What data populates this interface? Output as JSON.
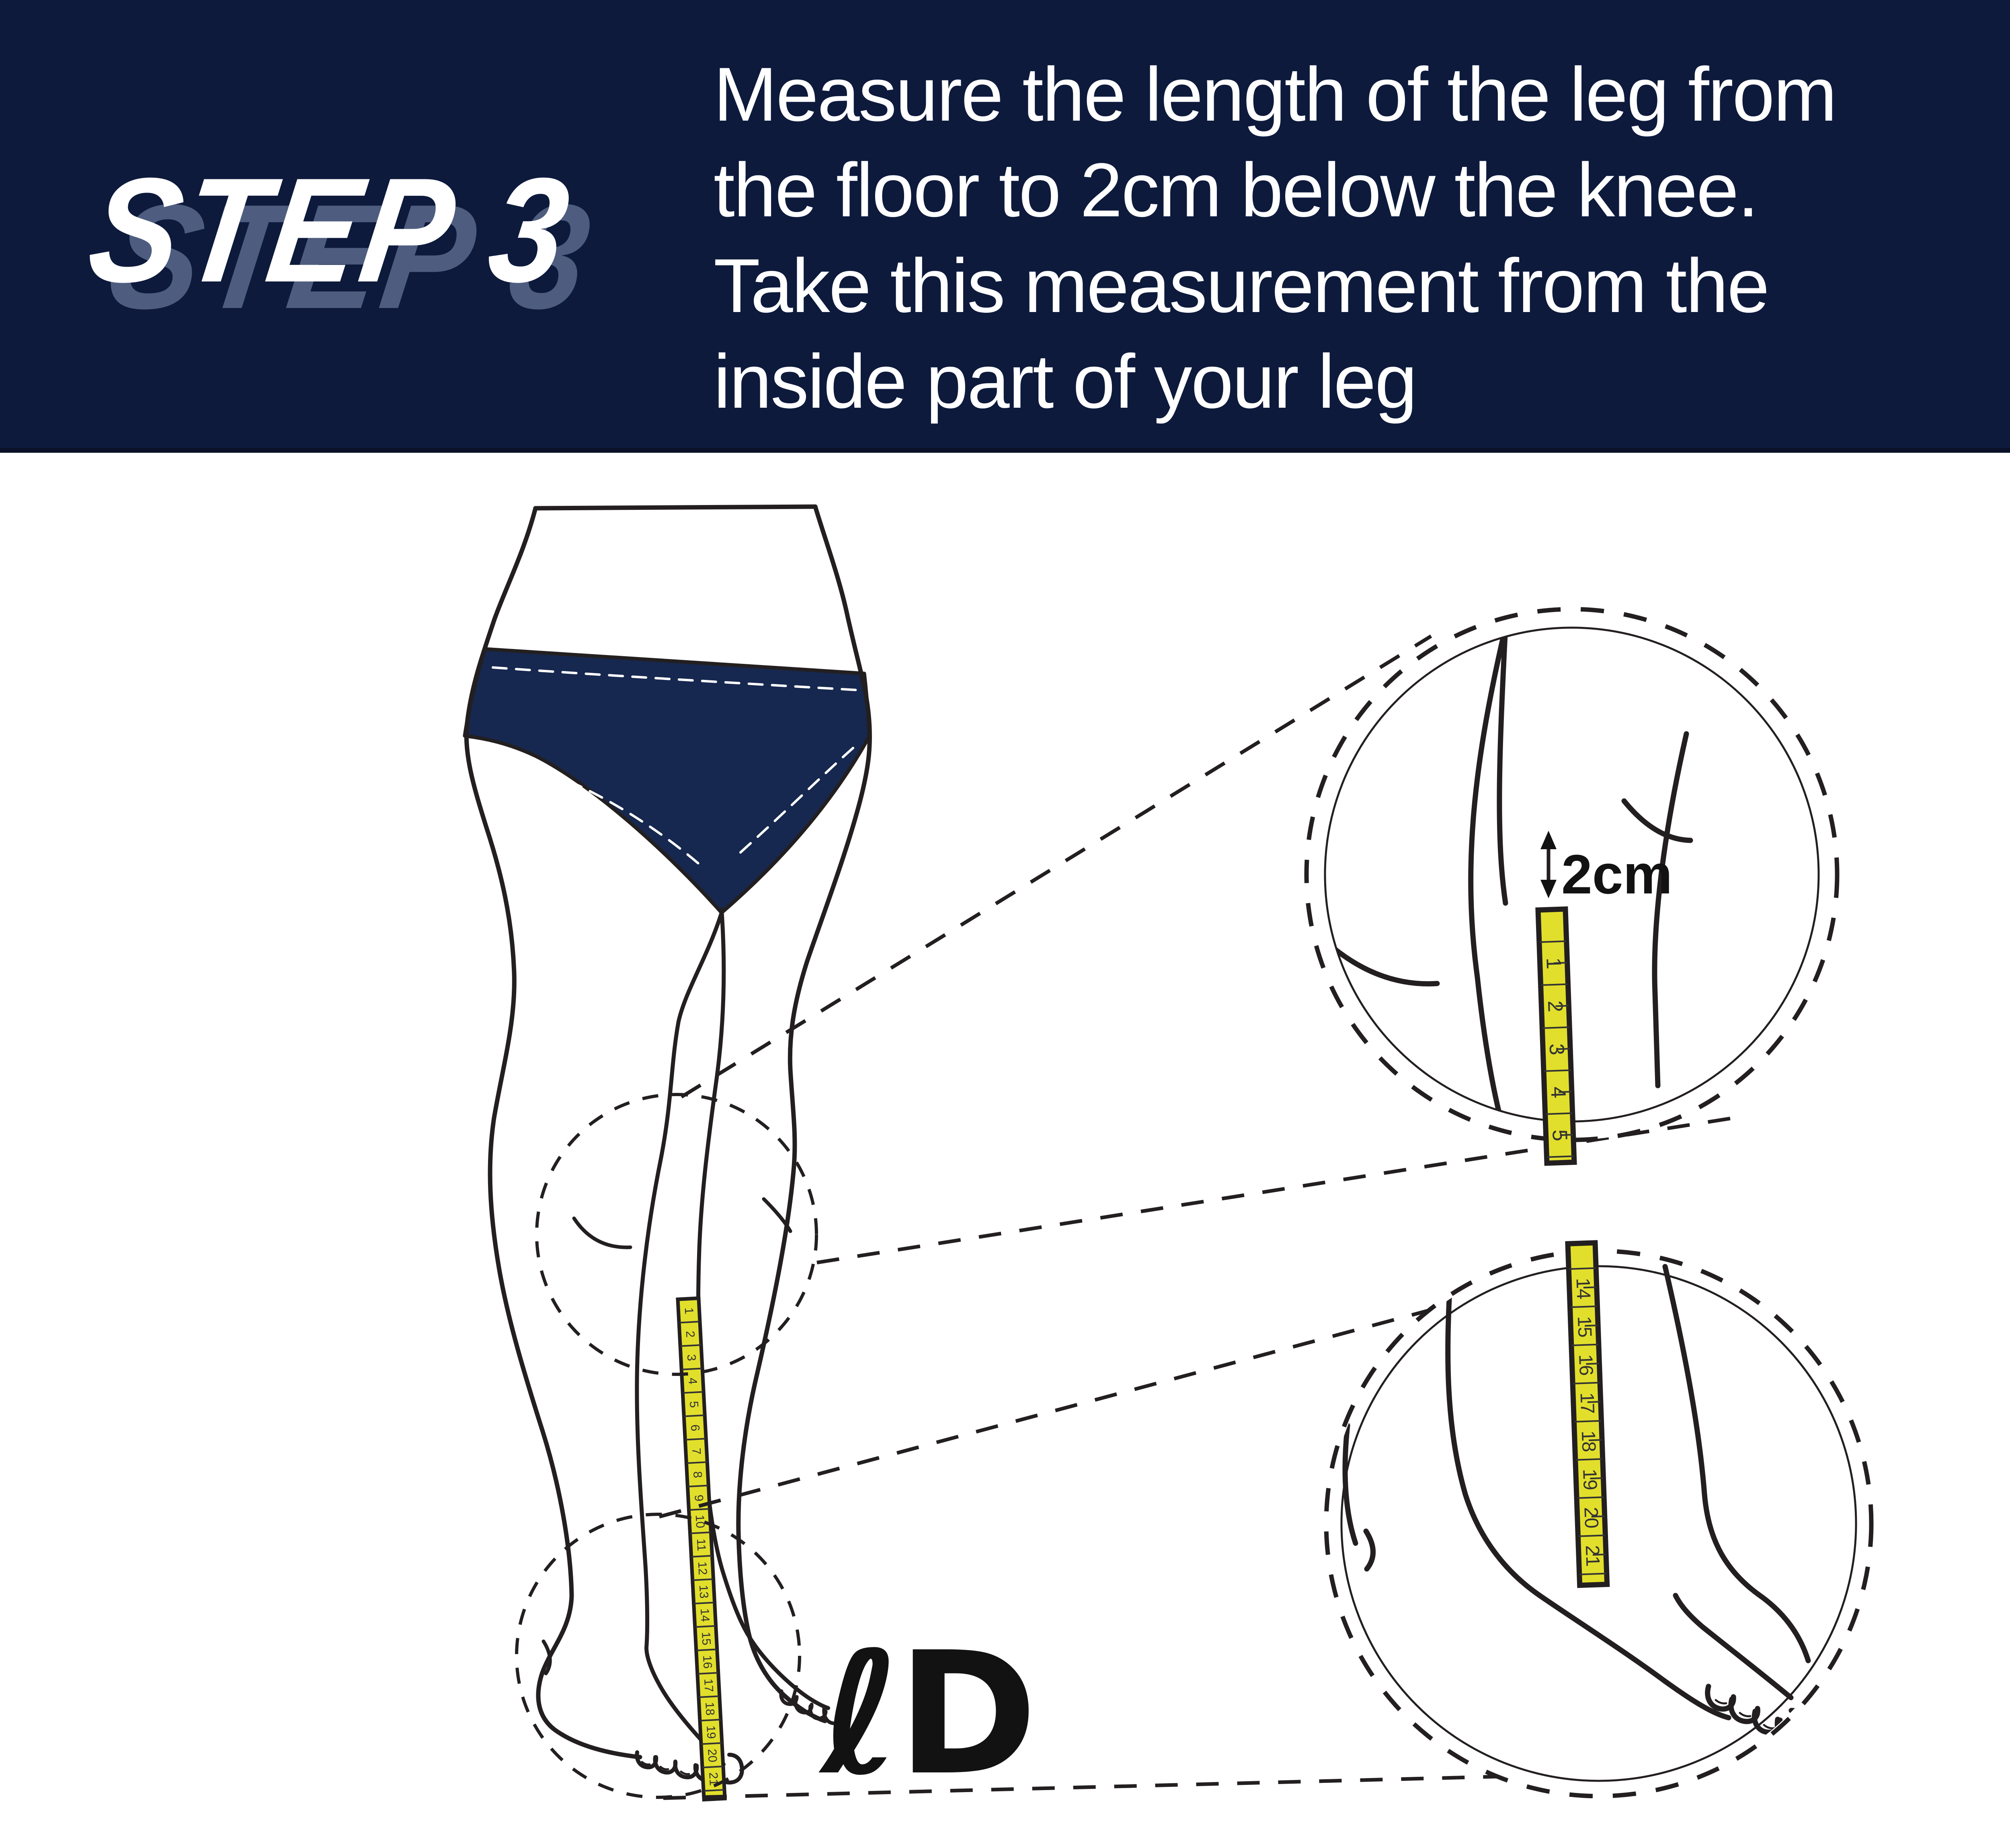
{
  "header": {
    "step_label": "STEP 3",
    "lines": [
      "Measure the length of the leg from",
      "the floor to 2cm below the knee.",
      "Take this measurement from the",
      "inside part of your leg"
    ]
  },
  "labels": {
    "gap": "2cm",
    "measurement": "ℓD"
  },
  "tapes": {
    "main": {
      "numbers": [
        1,
        2,
        3,
        4,
        5,
        6,
        7,
        8,
        9,
        10,
        11,
        12,
        13,
        14,
        15,
        16,
        17,
        18,
        19,
        20,
        21
      ]
    },
    "knee_zoom": {
      "numbers": [
        1,
        2,
        3,
        4,
        5
      ]
    },
    "ankle_zoom": {
      "numbers": [
        14,
        15,
        16,
        17,
        18,
        19,
        20,
        21
      ]
    }
  },
  "colors": {
    "header_bg": "#0d1a3c",
    "header_edge": "#0a1128",
    "step_shadow": "#4e5d7f",
    "briefs": "#16284f",
    "tape": "#e2df2c",
    "ink": "#231f20",
    "ink2": "#121212",
    "text": "#ffffff",
    "canvas": "#ffffff",
    "tape_number": "#333333"
  }
}
